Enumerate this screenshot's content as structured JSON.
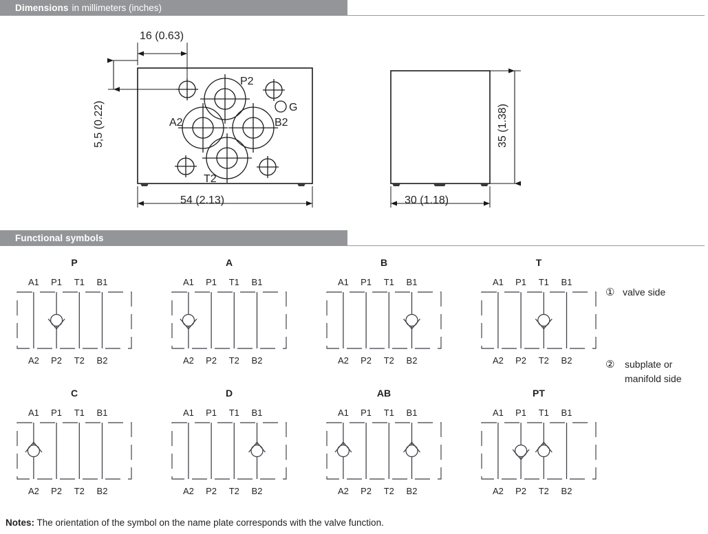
{
  "sections": {
    "dimensions": {
      "title": "Dimensions",
      "subtitle": "in millimeters (inches)"
    },
    "functional_symbols": {
      "title": "Functional symbols"
    }
  },
  "dimension_drawing": {
    "front_view": {
      "dim_top_offset": "16 (0.63)",
      "dim_left_offset": "5,5 (0.22)",
      "dim_width": "54 (2.13)",
      "port_labels": [
        {
          "name": "P2",
          "text": "P2"
        },
        {
          "name": "A2",
          "text": "A2"
        },
        {
          "name": "B2",
          "text": "B2"
        },
        {
          "name": "T2",
          "text": "T2"
        },
        {
          "name": "G",
          "text": "G"
        }
      ]
    },
    "side_view": {
      "dim_height": "35 (1.38)",
      "dim_width": "30 (1.18)"
    }
  },
  "functional_symbols": {
    "port_labels_top": [
      "A1",
      "P1",
      "T1",
      "B1"
    ],
    "port_labels_bottom": [
      "A2",
      "P2",
      "T2",
      "B2"
    ],
    "legend": [
      {
        "marker": "①",
        "label": "valve side"
      },
      {
        "marker": "②",
        "label": "subplate or\nmanifold side"
      }
    ],
    "legend_line1": "valve side",
    "legend_line2a": "subplate or",
    "legend_line2b": "manifold side",
    "legend_mark1": "①",
    "legend_mark2": "②",
    "symbols": [
      {
        "title": "P",
        "valves": [
          {
            "port": 1,
            "dir": "down"
          }
        ]
      },
      {
        "title": "A",
        "valves": [
          {
            "port": 0,
            "dir": "down"
          }
        ]
      },
      {
        "title": "B",
        "valves": [
          {
            "port": 3,
            "dir": "down"
          }
        ]
      },
      {
        "title": "T",
        "valves": [
          {
            "port": 2,
            "dir": "down"
          }
        ]
      },
      {
        "title": "C",
        "valves": [
          {
            "port": 0,
            "dir": "up"
          }
        ]
      },
      {
        "title": "D",
        "valves": [
          {
            "port": 3,
            "dir": "up"
          }
        ]
      },
      {
        "title": "AB",
        "valves": [
          {
            "port": 0,
            "dir": "up"
          },
          {
            "port": 3,
            "dir": "up"
          }
        ]
      },
      {
        "title": "PT",
        "valves": [
          {
            "port": 1,
            "dir": "down"
          },
          {
            "port": 2,
            "dir": "up"
          }
        ]
      }
    ]
  },
  "notes": {
    "label": "Notes:",
    "text": "The orientation of the symbol on the name plate corresponds with the valve function."
  },
  "colors": {
    "header_bar": "#939598",
    "header_text": "#ffffff",
    "ink": "#231f20",
    "line": "#1a1a1a",
    "rule": "#9a9a9a"
  }
}
